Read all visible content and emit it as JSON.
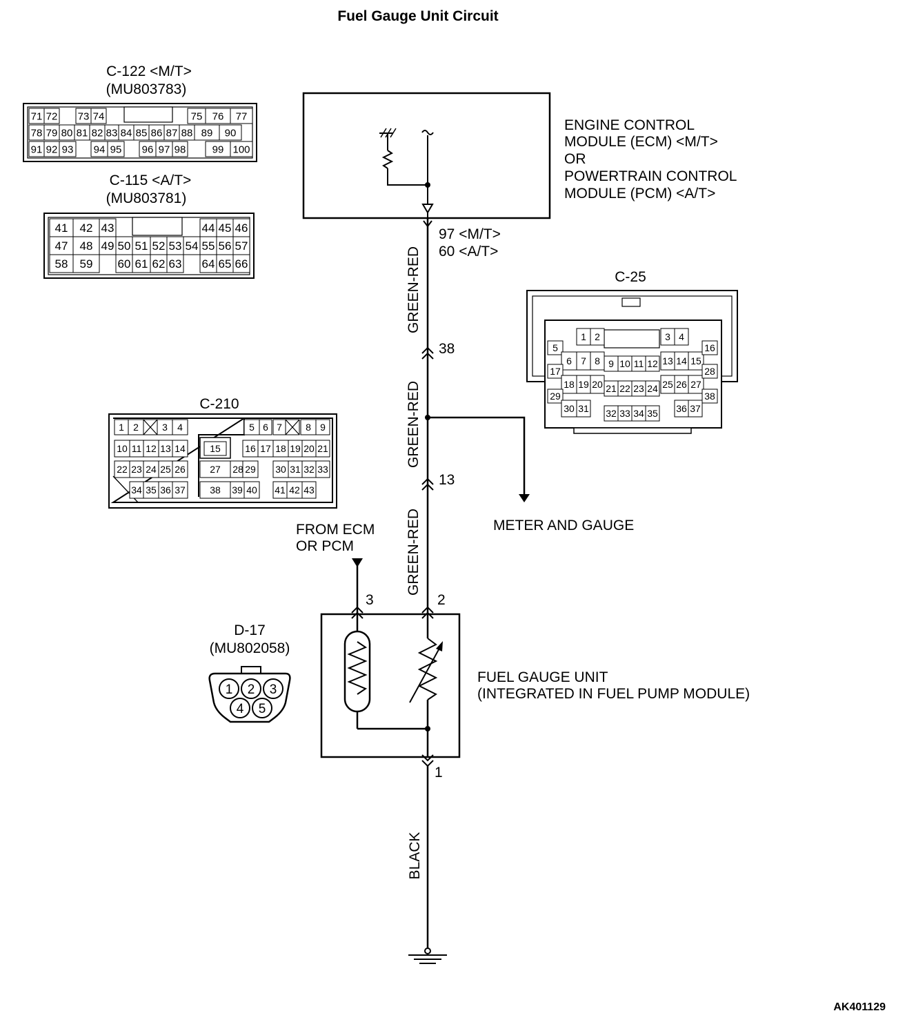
{
  "title": "Fuel Gauge Unit Circuit",
  "ref_code": "AK401129",
  "connectors": {
    "c122": {
      "name": "C-122 <M/T>",
      "part": "(MU803783)",
      "rows": [
        [
          "71",
          "72",
          "73",
          "74",
          "75",
          "76",
          "77"
        ],
        [
          "78",
          "79",
          "80",
          "81",
          "82",
          "83",
          "84",
          "85",
          "86",
          "87",
          "88",
          "89",
          "90"
        ],
        [
          "91",
          "92",
          "93",
          "94",
          "95",
          "96",
          "97",
          "98",
          "99",
          "100"
        ]
      ]
    },
    "c115": {
      "name": "C-115 <A/T>",
      "part": "(MU803781)",
      "rows": [
        [
          "41",
          "42",
          "43",
          "44",
          "45",
          "46"
        ],
        [
          "47",
          "48",
          "49",
          "50",
          "51",
          "52",
          "53",
          "54",
          "55",
          "56",
          "57"
        ],
        [
          "58",
          "59",
          "60",
          "61",
          "62",
          "63",
          "64",
          "65",
          "66"
        ]
      ]
    },
    "c210": {
      "name": "C-210",
      "pins": [
        "1",
        "2",
        "3",
        "4",
        "5",
        "6",
        "7",
        "8",
        "9",
        "10",
        "11",
        "12",
        "13",
        "14",
        "15",
        "16",
        "17",
        "18",
        "19",
        "20",
        "21",
        "22",
        "23",
        "24",
        "25",
        "26",
        "27",
        "28",
        "29",
        "30",
        "31",
        "32",
        "33",
        "34",
        "35",
        "36",
        "37",
        "38",
        "39",
        "40",
        "41",
        "42",
        "43"
      ]
    },
    "c25": {
      "name": "C-25",
      "pins": [
        "1",
        "2",
        "3",
        "4",
        "5",
        "6",
        "7",
        "8",
        "9",
        "10",
        "11",
        "12",
        "13",
        "14",
        "15",
        "16",
        "17",
        "18",
        "19",
        "20",
        "21",
        "22",
        "23",
        "24",
        "25",
        "26",
        "27",
        "28",
        "29",
        "30",
        "31",
        "32",
        "33",
        "34",
        "35",
        "36",
        "37",
        "38"
      ]
    },
    "d17": {
      "name": "D-17",
      "part": "(MU802058)",
      "pins": [
        "1",
        "2",
        "3",
        "4",
        "5"
      ]
    }
  },
  "modules": {
    "ecm": {
      "lines": [
        "ENGINE CONTROL",
        "MODULE (ECM) <M/T>",
        "OR",
        "POWERTRAIN CONTROL",
        "MODULE (PCM) <A/T>"
      ]
    },
    "fuel_unit": {
      "lines": [
        "FUEL GAUGE UNIT",
        "(INTEGRATED IN FUEL PUMP MODULE)"
      ]
    }
  },
  "wires": {
    "green_red": "GREEN-RED",
    "black": "BLACK"
  },
  "terminals": {
    "ecm_mt": "97 <M/T>",
    "ecm_at": "60 <A/T>",
    "t38": "38",
    "t13": "13",
    "t2": "2",
    "t3": "3",
    "t1": "1"
  },
  "labels": {
    "meter": "METER AND GAUGE",
    "from_ecm": [
      "FROM ECM",
      "OR PCM"
    ]
  }
}
